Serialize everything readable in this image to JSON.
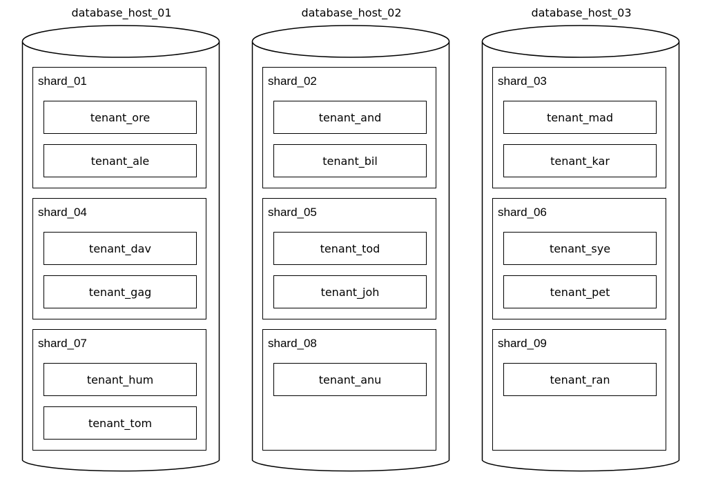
{
  "hosts": [
    {
      "name": "database_host_01",
      "shards": [
        {
          "name": "shard_01",
          "tenants": [
            "tenant_ore",
            "tenant_ale"
          ]
        },
        {
          "name": "shard_04",
          "tenants": [
            "tenant_dav",
            "tenant_gag"
          ]
        },
        {
          "name": "shard_07",
          "tenants": [
            "tenant_hum",
            "tenant_tom"
          ]
        }
      ]
    },
    {
      "name": "database_host_02",
      "shards": [
        {
          "name": "shard_02",
          "tenants": [
            "tenant_and",
            "tenant_bil"
          ]
        },
        {
          "name": "shard_05",
          "tenants": [
            "tenant_tod",
            "tenant_joh"
          ]
        },
        {
          "name": "shard_08",
          "tenants": [
            "tenant_anu"
          ]
        }
      ]
    },
    {
      "name": "database_host_03",
      "shards": [
        {
          "name": "shard_03",
          "tenants": [
            "tenant_mad",
            "tenant_kar"
          ]
        },
        {
          "name": "shard_06",
          "tenants": [
            "tenant_sye",
            "tenant_pet"
          ]
        },
        {
          "name": "shard_09",
          "tenants": [
            "tenant_ran"
          ]
        }
      ]
    }
  ]
}
